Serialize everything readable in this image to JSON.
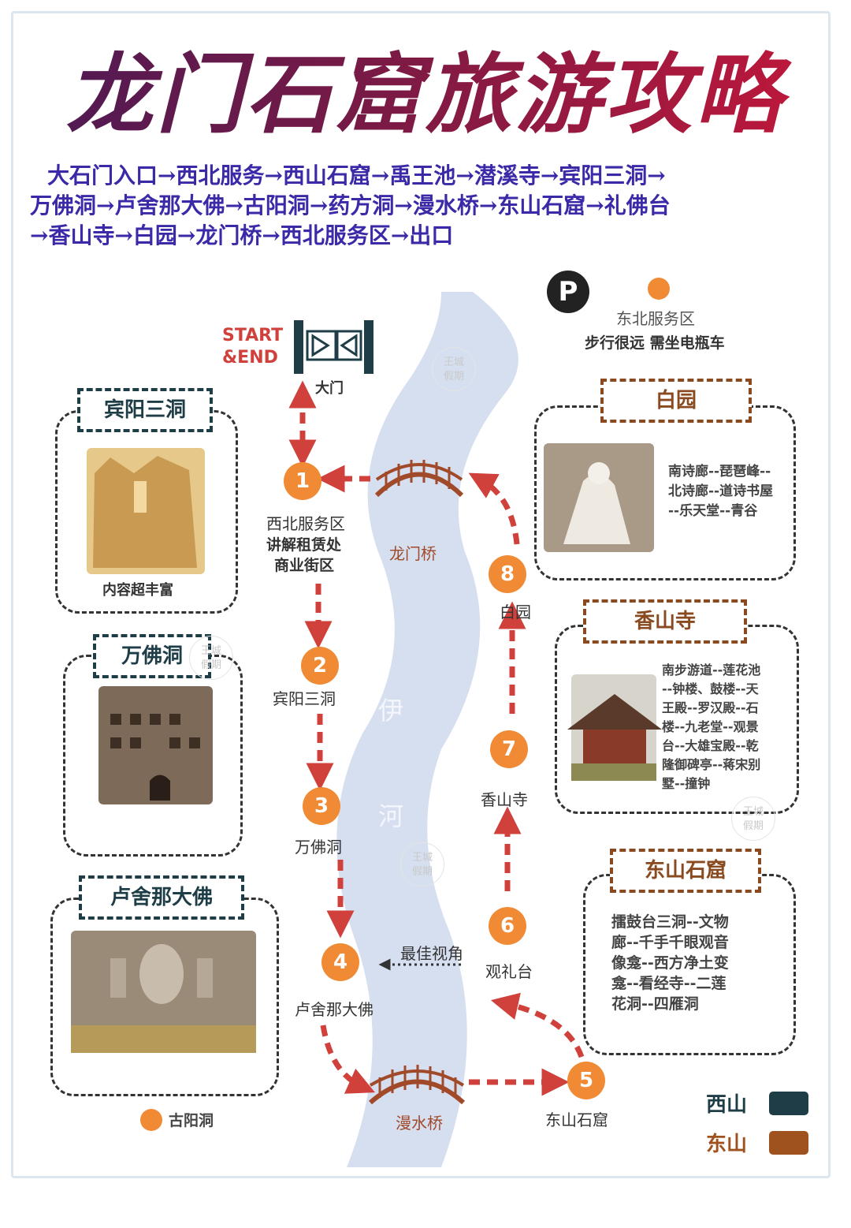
{
  "title": "龙门石窟旅游攻略",
  "route": {
    "line1": "大石门入口→西北服务→西山石窟→禹王池→潜溪寺→宾阳三洞→",
    "line2": "万佛洞→卢舍那大佛→古阳洞→药方洞→漫水桥→东山石窟→礼佛台",
    "line3": "→香山寺→白园→龙门桥→西北服务区→出口"
  },
  "start": {
    "line1": "START",
    "line2": "&END"
  },
  "gate_label": "大门",
  "parking": {
    "icon": "P",
    "label": "东北服务区",
    "note": "步行很远 需坐电瓶车"
  },
  "stops": [
    {
      "num": "1",
      "name": "西北服务区",
      "sub1": "讲解租赁处",
      "sub2": "商业街区"
    },
    {
      "num": "2",
      "name": "宾阳三洞"
    },
    {
      "num": "3",
      "name": "万佛洞"
    },
    {
      "num": "4",
      "name": "卢舍那大佛"
    },
    {
      "num": "5",
      "name": "东山石窟"
    },
    {
      "num": "6",
      "name": "观礼台"
    },
    {
      "num": "7",
      "name": "香山寺"
    },
    {
      "num": "8",
      "name": "白园"
    }
  ],
  "bridges": {
    "top": "龙门桥",
    "bottom": "漫水桥"
  },
  "river": {
    "char1": "伊",
    "char2": "河"
  },
  "best_view": "最佳视角",
  "guyang": "古阳洞",
  "west_panels": [
    {
      "title": "宾阳三洞",
      "caption": "内容超丰富"
    },
    {
      "title": "万佛洞"
    },
    {
      "title": "卢舍那大佛"
    }
  ],
  "east_panels": [
    {
      "title": "白园",
      "desc": [
        "南诗廊--琵琶峰--",
        "北诗廊--道诗书屋",
        "--乐天堂--青谷"
      ]
    },
    {
      "title": "香山寺",
      "desc": [
        "南步游道--莲花池",
        "--钟楼、鼓楼--天",
        "王殿--罗汉殿--石",
        "楼--九老堂--观景",
        "台--大雄宝殿--乾",
        "隆御碑亭--蒋宋别",
        "墅--撞钟"
      ]
    },
    {
      "title": "东山石窟",
      "desc": [
        "擂鼓台三洞--文物",
        "廊--千手千眼观音",
        "像龛--西方净土变",
        "龛--看经寺--二莲",
        "花洞--四雁洞"
      ]
    }
  ],
  "legend": [
    {
      "label": "西山",
      "color": "#1e3d47"
    },
    {
      "label": "东山",
      "color": "#a0521e"
    }
  ],
  "watermark": {
    "line1": "王城",
    "line2": "假期"
  },
  "colors": {
    "accent": "#f08a34",
    "route_text": "#3a2aa8",
    "arrow": "#d0413c",
    "river": "#d6dff0"
  }
}
